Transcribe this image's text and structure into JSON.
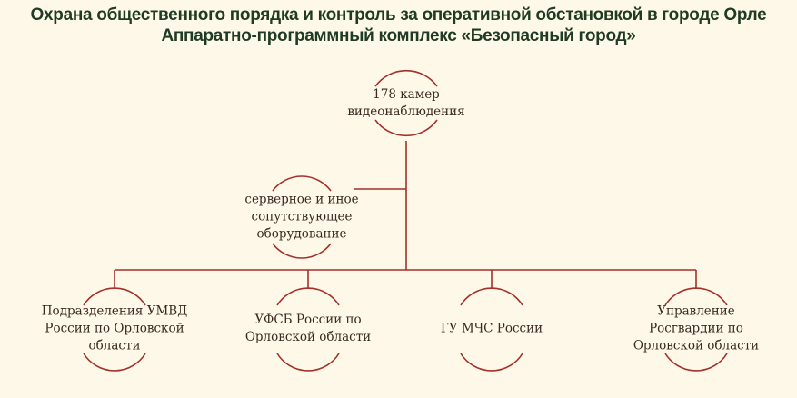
{
  "header": {
    "title": "Охрана общественного порядка и контроль за оперативной обстановкой в городе Орле",
    "subtitle": "Аппаратно-программный комплекс «Безопасный город»"
  },
  "diagram": {
    "root": {
      "lines": [
        "178 камер",
        "видеонаблюдения"
      ]
    },
    "equipment": {
      "lines": [
        "серверное и иное",
        "сопутствующее",
        "оборудование"
      ]
    },
    "children": [
      {
        "lines": [
          "Подразделения УМВД",
          "России по Орловской",
          "области"
        ]
      },
      {
        "lines": [
          "УФСБ России по",
          "Орловской области"
        ]
      },
      {
        "lines": [
          "ГУ МЧС России"
        ]
      },
      {
        "lines": [
          "Управление",
          "Росгвардии по",
          "Орловской области"
        ]
      }
    ],
    "line_color": "#a3302b"
  }
}
